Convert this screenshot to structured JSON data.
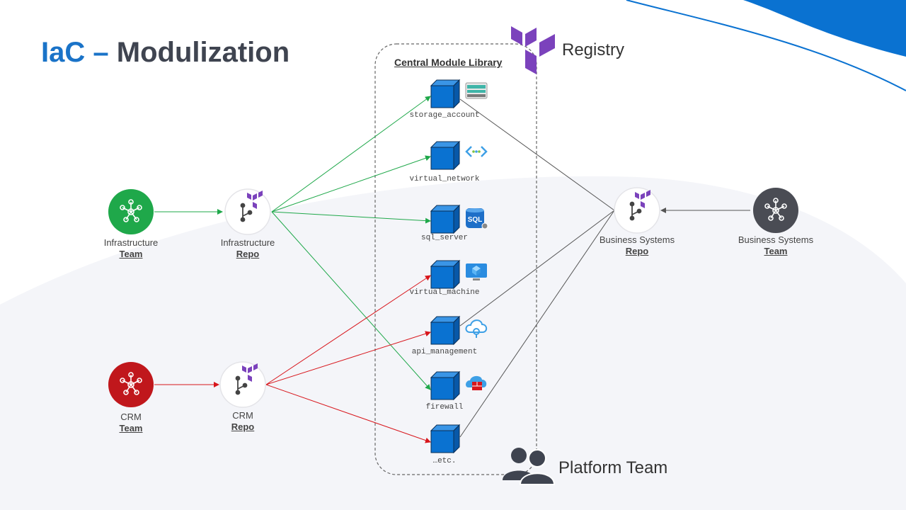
{
  "title": {
    "prefix": "IaC",
    "dash": "–",
    "rest": "Modulization"
  },
  "registry": {
    "label": "Registry"
  },
  "library": {
    "title": "Central Module Library"
  },
  "platform_team": {
    "label": "Platform Team"
  },
  "modules": [
    {
      "name": "storage_account",
      "icon": "storage-account-icon"
    },
    {
      "name": "virtual_network",
      "icon": "virtual-network-icon"
    },
    {
      "name": "sql_server",
      "icon": "sql-server-icon"
    },
    {
      "name": "virtual_machine",
      "icon": "virtual-machine-icon"
    },
    {
      "name": "api_management",
      "icon": "api-management-icon"
    },
    {
      "name": "firewall",
      "icon": "firewall-icon"
    },
    {
      "name": "…etc.",
      "icon": ""
    }
  ],
  "nodes": {
    "infra_team": {
      "line1": "Infrastructure",
      "line2": "Team",
      "color": "#1fa84a"
    },
    "infra_repo": {
      "line1": "Infrastructure",
      "line2": "Repo"
    },
    "crm_team": {
      "line1": "CRM",
      "line2": "Team",
      "color": "#c0171c"
    },
    "crm_repo": {
      "line1": "CRM",
      "line2": "Repo"
    },
    "bs_repo": {
      "line1": "Business Systems",
      "line2": "Repo"
    },
    "bs_team": {
      "line1": "Business Systems",
      "line2": "Team",
      "color": "#4a4c54"
    }
  },
  "colors": {
    "accent": "#1a73c8",
    "terraform": "#7b42bc",
    "module_cube": "#0a72d1",
    "green_edge": "#1fa84a",
    "red_edge": "#d8161c",
    "gray_edge": "#555555"
  }
}
